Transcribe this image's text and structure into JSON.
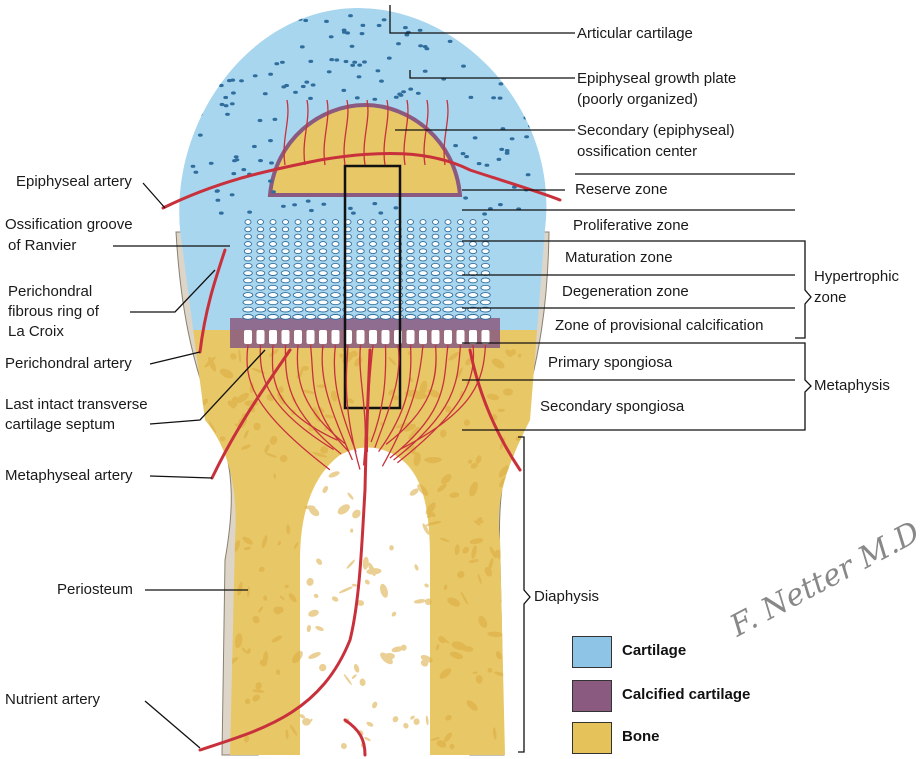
{
  "labels": {
    "articular_cartilage": "Articular cartilage",
    "growth_plate_1": "Epiphyseal growth plate",
    "growth_plate_2": "(poorly organized)",
    "secondary_center_1": "Secondary (epiphyseal)",
    "secondary_center_2": "ossification center",
    "reserve_zone": "Reserve zone",
    "proliferative_zone": "Proliferative zone",
    "maturation_zone": "Maturation zone",
    "degeneration_zone": "Degeneration zone",
    "provisional_calcification": "Zone of provisional calcification",
    "hypertrophic_1": "Hypertrophic",
    "hypertrophic_2": "zone",
    "primary_spongiosa": "Primary spongiosa",
    "secondary_spongiosa": "Secondary spongiosa",
    "metaphysis": "Metaphysis",
    "diaphysis": "Diaphysis",
    "epiphyseal_artery": "Epiphyseal artery",
    "groove_1": "Ossification groove",
    "groove_2": "of Ranvier",
    "ring_1": "Perichondral",
    "ring_2": "fibrous ring of",
    "ring_3": "La Croix",
    "perichondral_artery": "Perichondral artery",
    "septum_1": "Last intact transverse",
    "septum_2": "cartilage septum",
    "metaphyseal_artery": "Metaphyseal artery",
    "periosteum": "Periosteum",
    "nutrient_artery": "Nutrient artery"
  },
  "legend": [
    {
      "label": "Cartilage",
      "color": "#8ec5e6"
    },
    {
      "label": "Calcified cartilage",
      "color": "#8a5a80"
    },
    {
      "label": "Bone",
      "color": "#e6c25a"
    }
  ],
  "signature": "F. Netter M.D.",
  "colors": {
    "cartilage": "#a9d6ef",
    "calcified": "#8a5a80",
    "bone": "#e8c766",
    "artery": "#c8313c",
    "periosteum": "#d9d0c4"
  }
}
